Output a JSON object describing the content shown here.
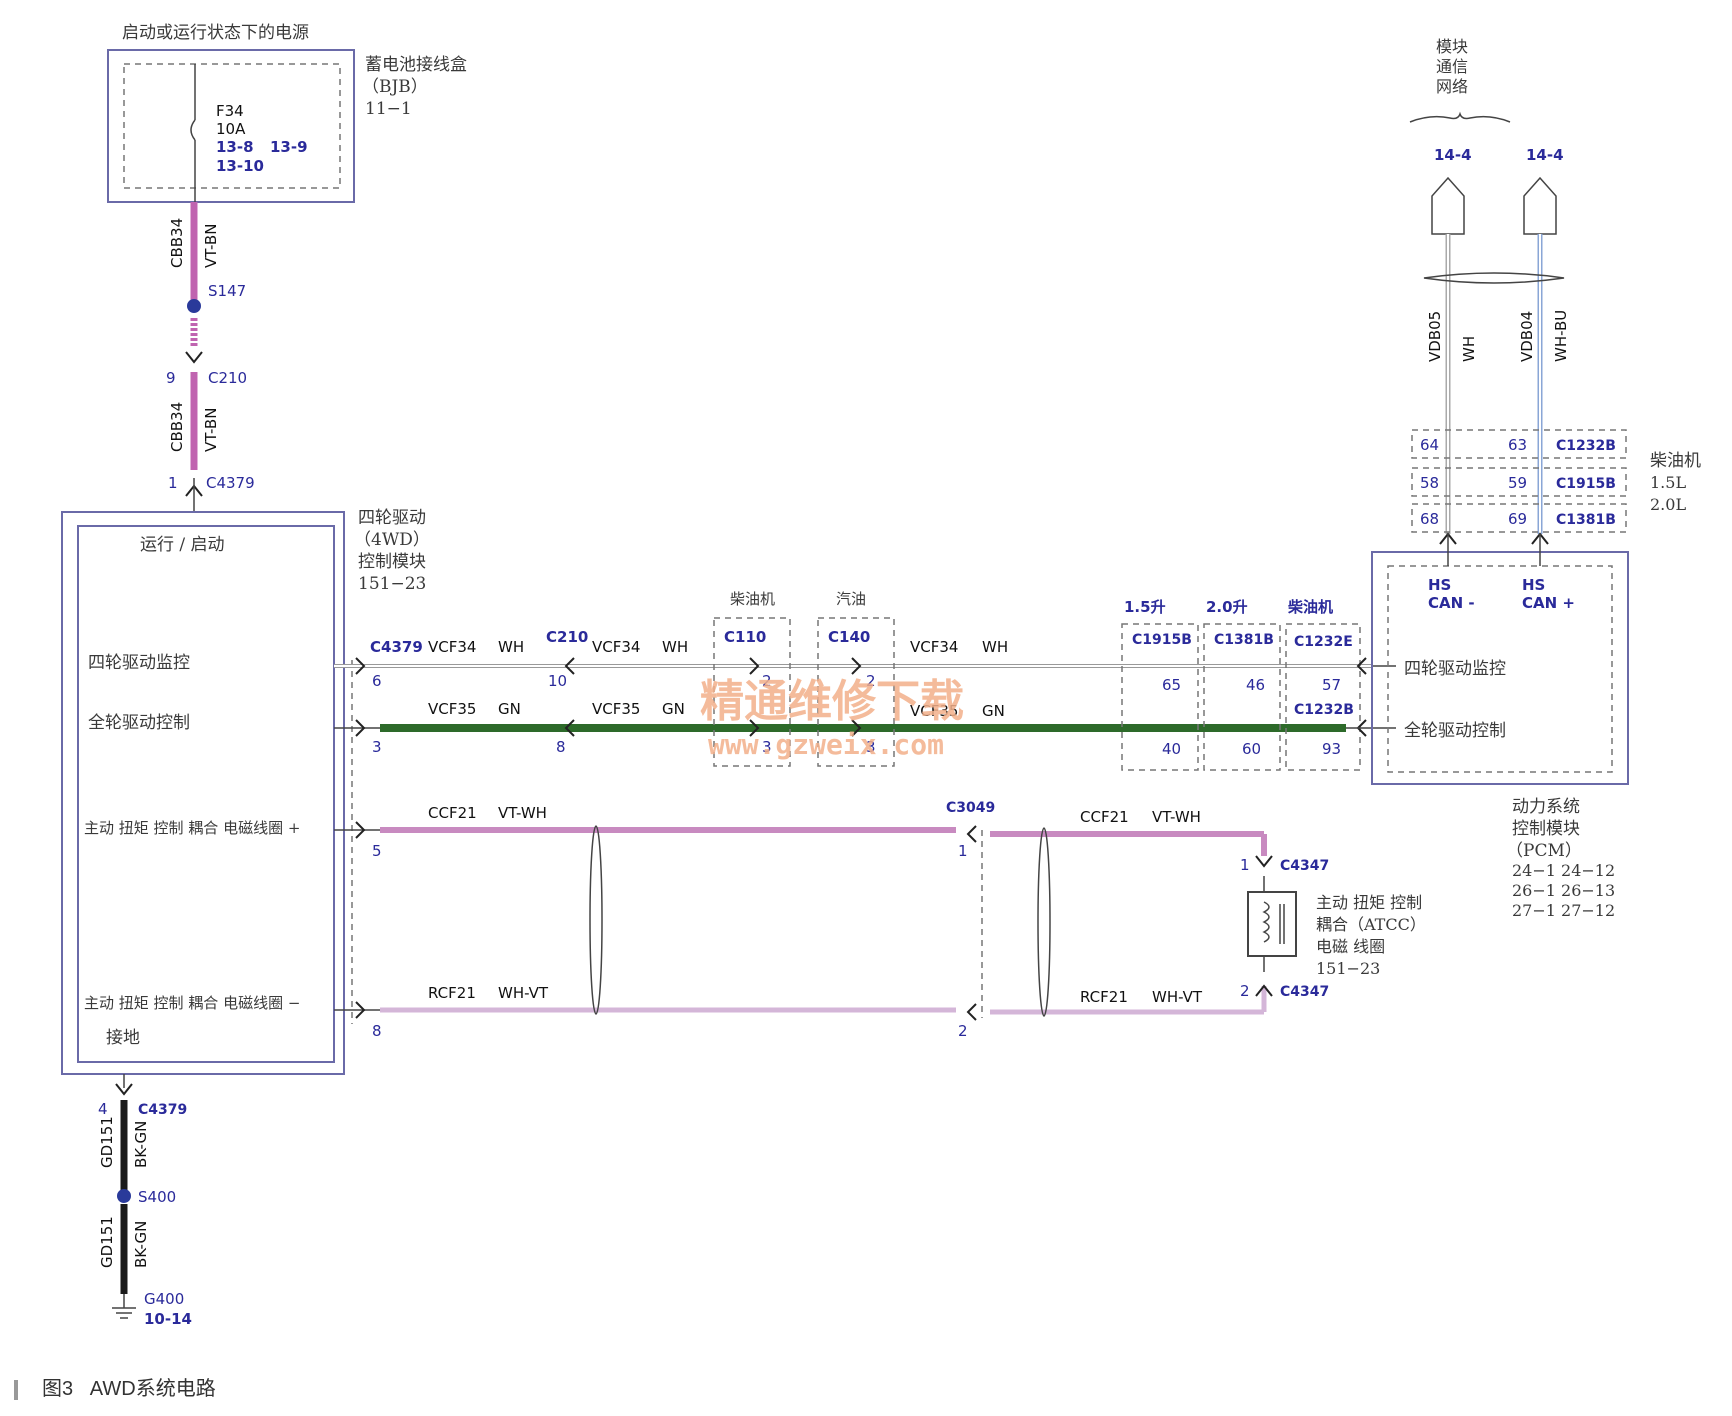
{
  "supply": {
    "title": "启动或运行状态下的电源",
    "bjb_name": "蓄电池接线盒",
    "bjb_abbr": "（BJB）",
    "bjb_ref": "11−1",
    "fuse": "F34",
    "fuse_rating": "10A",
    "fuse_pin_a": "13-8",
    "fuse_pin_b": "13-9",
    "fuse_pin_c": "13-10"
  },
  "feed": {
    "circuit": "CBB34",
    "color": "VT-BN",
    "splice": "S147",
    "c210_pin": "9",
    "c210": "C210",
    "c4379_pin": "1",
    "c4379": "C4379"
  },
  "module_4wd": {
    "name_l1": "四轮驱动",
    "name_l2": "（4WD）",
    "name_l3": "控制模块",
    "ref": "151−23",
    "run_start": "运行 / 启动",
    "monitor": "四轮驱动监控",
    "control": "全轮驱动控制",
    "coil_plus": "主动 扭矩 控制 耦合 电磁线圈 +",
    "coil_minus": "主动 扭矩 控制 耦合 电磁线圈 −",
    "ground": "接地"
  },
  "wires": {
    "vcf34": "VCF34",
    "wh": "WH",
    "vcf35": "VCF35",
    "gn": "GN",
    "ccf21": "CCF21",
    "vtwh": "VT-WH",
    "rcf21": "RCF21",
    "whvt": "WH-VT"
  },
  "connectors": {
    "c4379": "C4379",
    "c4379_p6": "6",
    "c4379_p3": "3",
    "c4379_p5": "5",
    "c4379_p8": "8",
    "c210": "C210",
    "c210_p10": "10",
    "c210_p8": "8",
    "diesel_hdr": "柴油机",
    "gas_hdr": "汽油",
    "c110": "C110",
    "c110_p2": "2",
    "c110_p3": "3",
    "c140": "C140",
    "c140_p2": "2",
    "c140_p3": "3",
    "hdr_15": "1.5升",
    "hdr_20": "2.0升",
    "hdr_diesel": "柴油机",
    "c1915b": "C1915B",
    "c1381b": "C1381B",
    "c1232e": "C1232E",
    "c1232b": "C1232B",
    "p65": "65",
    "p46": "46",
    "p57": "57",
    "p40": "40",
    "p60": "60",
    "p93": "93",
    "c3049": "C3049",
    "c3049_p1": "1",
    "c3049_p2": "2",
    "c4347": "C4347",
    "c4347_p1": "1",
    "c4347_p2": "2"
  },
  "atcc": {
    "l1": "主动 扭矩 控制",
    "l2": "耦合（ATCC）",
    "l3": "电磁 线圈",
    "ref": "151−23"
  },
  "pcm": {
    "hs_can_minus_l1": "HS",
    "hs_can_minus_l2": "CAN -",
    "hs_can_plus_l1": "HS",
    "hs_can_plus_l2": "CAN +",
    "monitor": "四轮驱动监控",
    "control": "全轮驱动控制",
    "name_l1": "动力系统",
    "name_l2": "控制模块",
    "name_l3": "（PCM）",
    "refs_r1": "24−1  24−12",
    "refs_r2": "26−1  26−13",
    "refs_r3": "27−1  27−12"
  },
  "network": {
    "title_l1": "模块",
    "title_l2": "通信",
    "title_l3": "网络",
    "ref_a": "14-4",
    "ref_b": "14-4",
    "vdb05": "VDB05",
    "wh": "WH",
    "vdb04": "VDB04",
    "whbu": "WH-BU",
    "p64": "64",
    "p63": "63",
    "c1232b": "C1232B",
    "p58": "58",
    "p59": "59",
    "c1915b": "C1915B",
    "p68": "68",
    "p69": "69",
    "c1381b": "C1381B",
    "engine": "柴油机",
    "eng_15": "1.5L",
    "eng_20": "2.0L"
  },
  "ground": {
    "c4379_pin": "4",
    "c4379": "C4379",
    "circuit": "GD151",
    "color": "BK-GN",
    "splice": "S400",
    "g400": "G400",
    "g400_ref": "10-14"
  },
  "watermark": {
    "cn": "精通维修下载",
    "url": "www.gzweix.com"
  },
  "caption": {
    "fig": "图3",
    "title": "AWD系统电路"
  },
  "colors": {
    "vt_bn": "#c064b0",
    "gn": "#2d6a2a",
    "vt_wh": "#c88ac0",
    "bk_gn": "#1a1a1a",
    "splice": "#2a3a9a"
  }
}
